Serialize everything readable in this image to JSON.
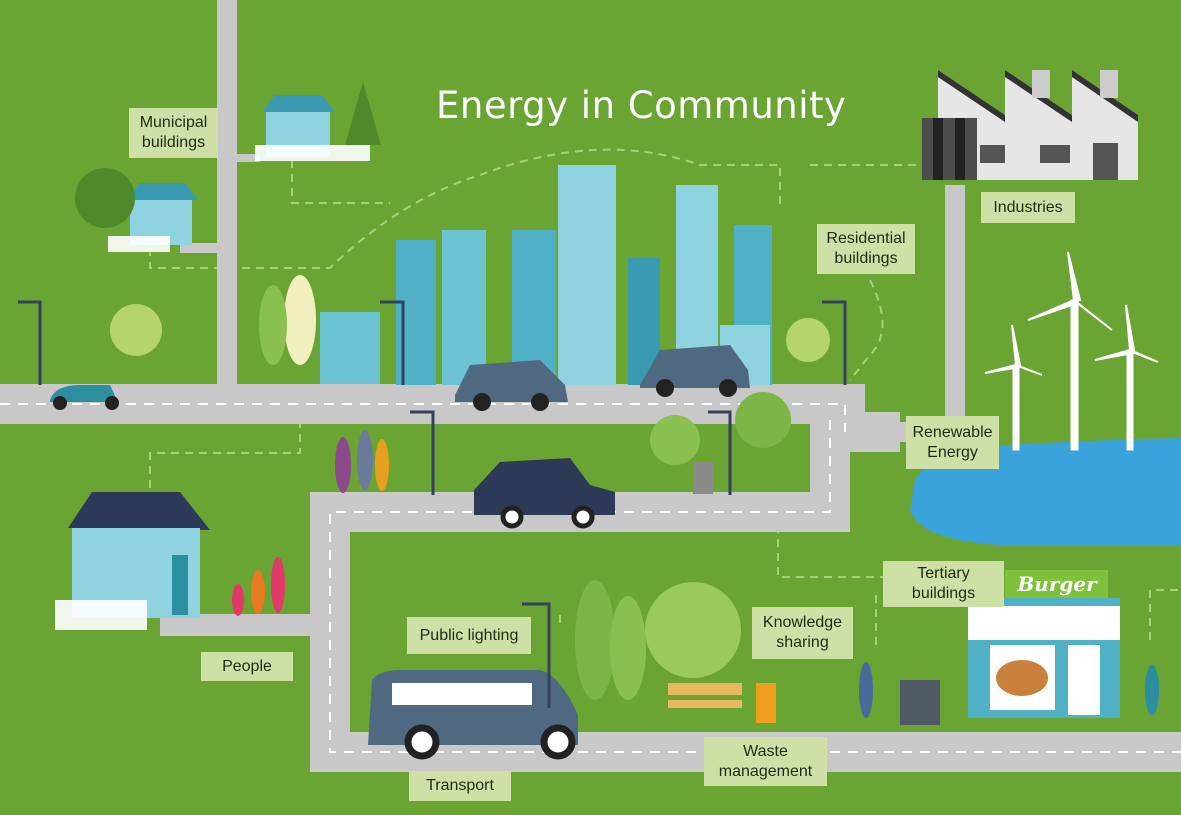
{
  "title": "Energy in Community",
  "labels": {
    "municipal": "Municipal\nbuildings",
    "industries": "Industries",
    "residential": "Residential\nbuildings",
    "renewable": "Renewable\nEnergy",
    "people": "People",
    "lighting": "Public lighting",
    "knowledge": "Knowledge\nsharing",
    "tertiary": "Tertiary\nbuildings",
    "transport": "Transport",
    "waste": "Waste\nmanagement"
  },
  "shop_sign": "Burger",
  "colors": {
    "grass": "#6aa533",
    "road": "#c8c8c8",
    "label_bg": "#cfe0a7",
    "building": "#4a9fb0",
    "water": "#3aa3dc"
  }
}
